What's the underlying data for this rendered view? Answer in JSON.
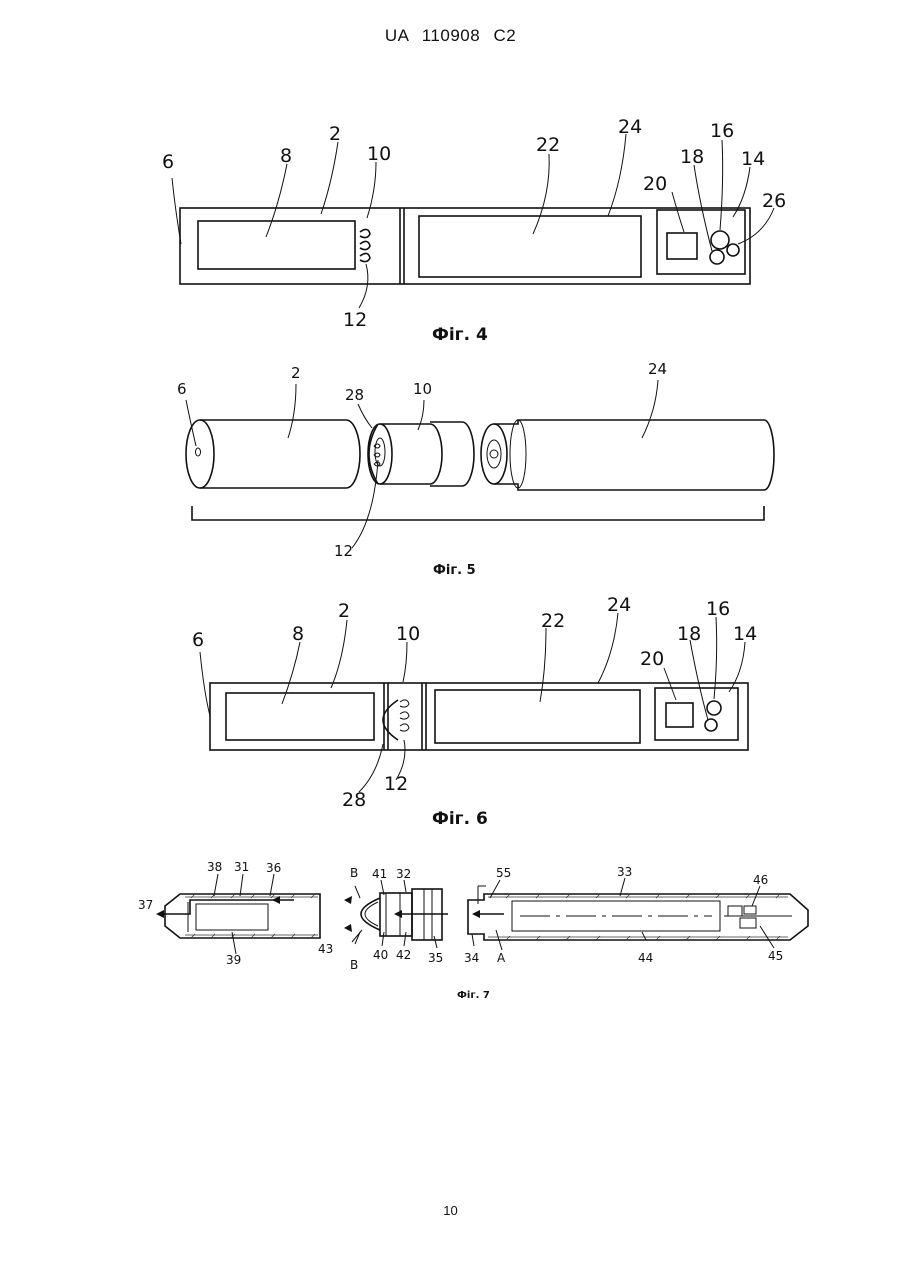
{
  "header": {
    "office": "UA",
    "number": "110908",
    "kind": "C2"
  },
  "page_number": "10",
  "figures": [
    {
      "caption": "Фіг. 4",
      "labels": {
        "l6": "6",
        "l8": "8",
        "l2": "2",
        "l10": "10",
        "l12": "12",
        "l22": "22",
        "l24": "24",
        "l20": "20",
        "l18": "18",
        "l16": "16",
        "l14": "14",
        "l26": "26"
      }
    },
    {
      "caption": "Фіг. 5",
      "labels": {
        "l6": "6",
        "l2": "2",
        "l28": "28",
        "l10": "10",
        "l24": "24",
        "l12": "12"
      }
    },
    {
      "caption": "Фіг. 6",
      "labels": {
        "l6": "6",
        "l8": "8",
        "l2": "2",
        "l10": "10",
        "l22": "22",
        "l24": "24",
        "l20": "20",
        "l18": "18",
        "l16": "16",
        "l14": "14",
        "l28": "28",
        "l12": "12"
      }
    },
    {
      "caption": "Фіг. 7",
      "labels": {
        "l38": "38",
        "l31": "31",
        "l36": "36",
        "l37": "37",
        "l39": "39",
        "lB1": "B",
        "l41": "41",
        "l32": "32",
        "l43": "43",
        "lB2": "B",
        "l40": "40",
        "l42": "42",
        "l35": "35",
        "l55": "55",
        "l33": "33",
        "l46": "46",
        "l34": "34",
        "lA": "A",
        "l44": "44",
        "l45": "45"
      }
    }
  ]
}
